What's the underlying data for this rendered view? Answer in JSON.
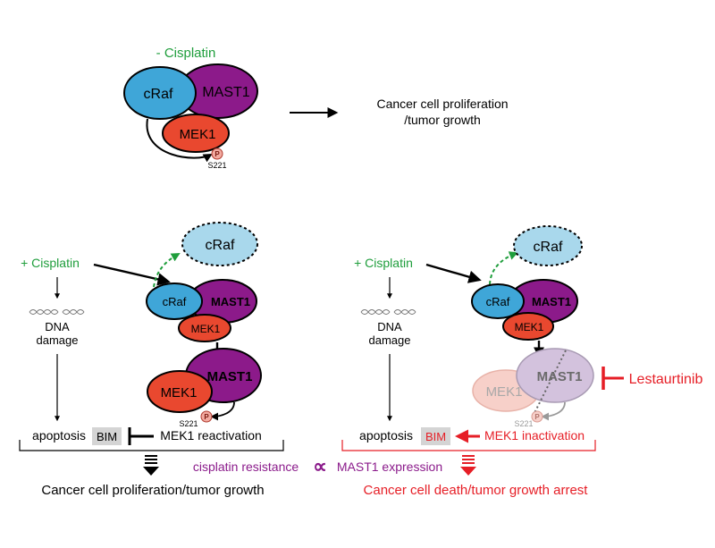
{
  "top": {
    "condition": "- Cisplatin",
    "proteins": {
      "craf": "cRaf",
      "mast1": "MAST1",
      "mek1": "MEK1"
    },
    "phospho": "P",
    "site": "S221",
    "outcome_line1": "Cancer cell proliferation",
    "outcome_line2": "/tumor growth"
  },
  "left": {
    "condition": "+ Cisplatin",
    "dna_line1": "DNA",
    "dna_line2": "damage",
    "craf_released": "cRaf",
    "complex": {
      "craf": "cRaf",
      "mast1": "MAST1",
      "mek1": "MEK1"
    },
    "lower": {
      "mek1": "MEK1",
      "mast1": "MAST1"
    },
    "phospho": "P",
    "site": "S221",
    "apoptosis": "apoptosis",
    "bim": "BIM",
    "reactivation": "MEK1 reactivation",
    "outcome": "Cancer cell proliferation/tumor growth"
  },
  "right": {
    "condition": "+ Cisplatin",
    "dna_line1": "DNA",
    "dna_line2": "damage",
    "craf_released": "cRaf",
    "complex": {
      "craf": "cRaf",
      "mast1": "MAST1",
      "mek1": "MEK1"
    },
    "lower": {
      "mek1": "MEK1",
      "mast1": "MAST1"
    },
    "phospho": "P",
    "site": "S221",
    "inhibitor": "Lestaurtinib",
    "apoptosis": "apoptosis",
    "bim": "BIM",
    "inactivation": "MEK1 inactivation",
    "outcome": "Cancer cell death/tumor growth arrest"
  },
  "middle": {
    "resistance": "cisplatin resistance",
    "proportional": "∝",
    "expression": "MAST1 expression"
  },
  "colors": {
    "green": "#1f9e3c",
    "red": "#e61e26",
    "purple": "#8b1b8b",
    "craf_blue": "#3fa6d8",
    "mek_red": "#e9482f",
    "mast_purple": "#8c1a8a",
    "faded_craf": "#a9d8ec"
  }
}
